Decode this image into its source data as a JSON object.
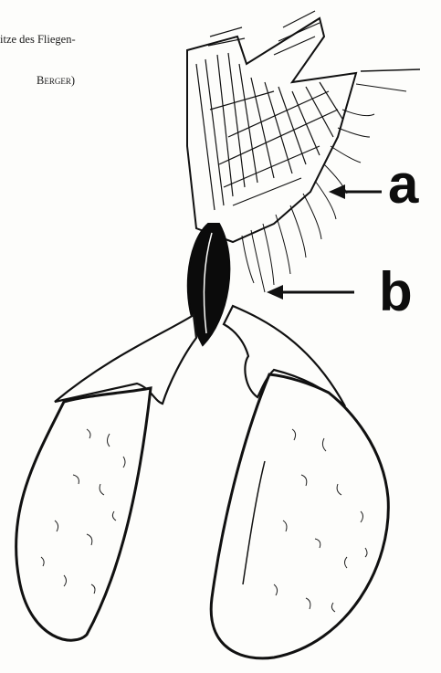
{
  "caption": {
    "line1": "itze des Fliegen-",
    "line2_prefix": "B",
    "line2_smallcaps": "erger",
    "line2_suffix": ")"
  },
  "labels": {
    "a": "a",
    "b": "b"
  },
  "colors": {
    "ink": "#0d0d0d",
    "paper": "#fdfdfb"
  }
}
